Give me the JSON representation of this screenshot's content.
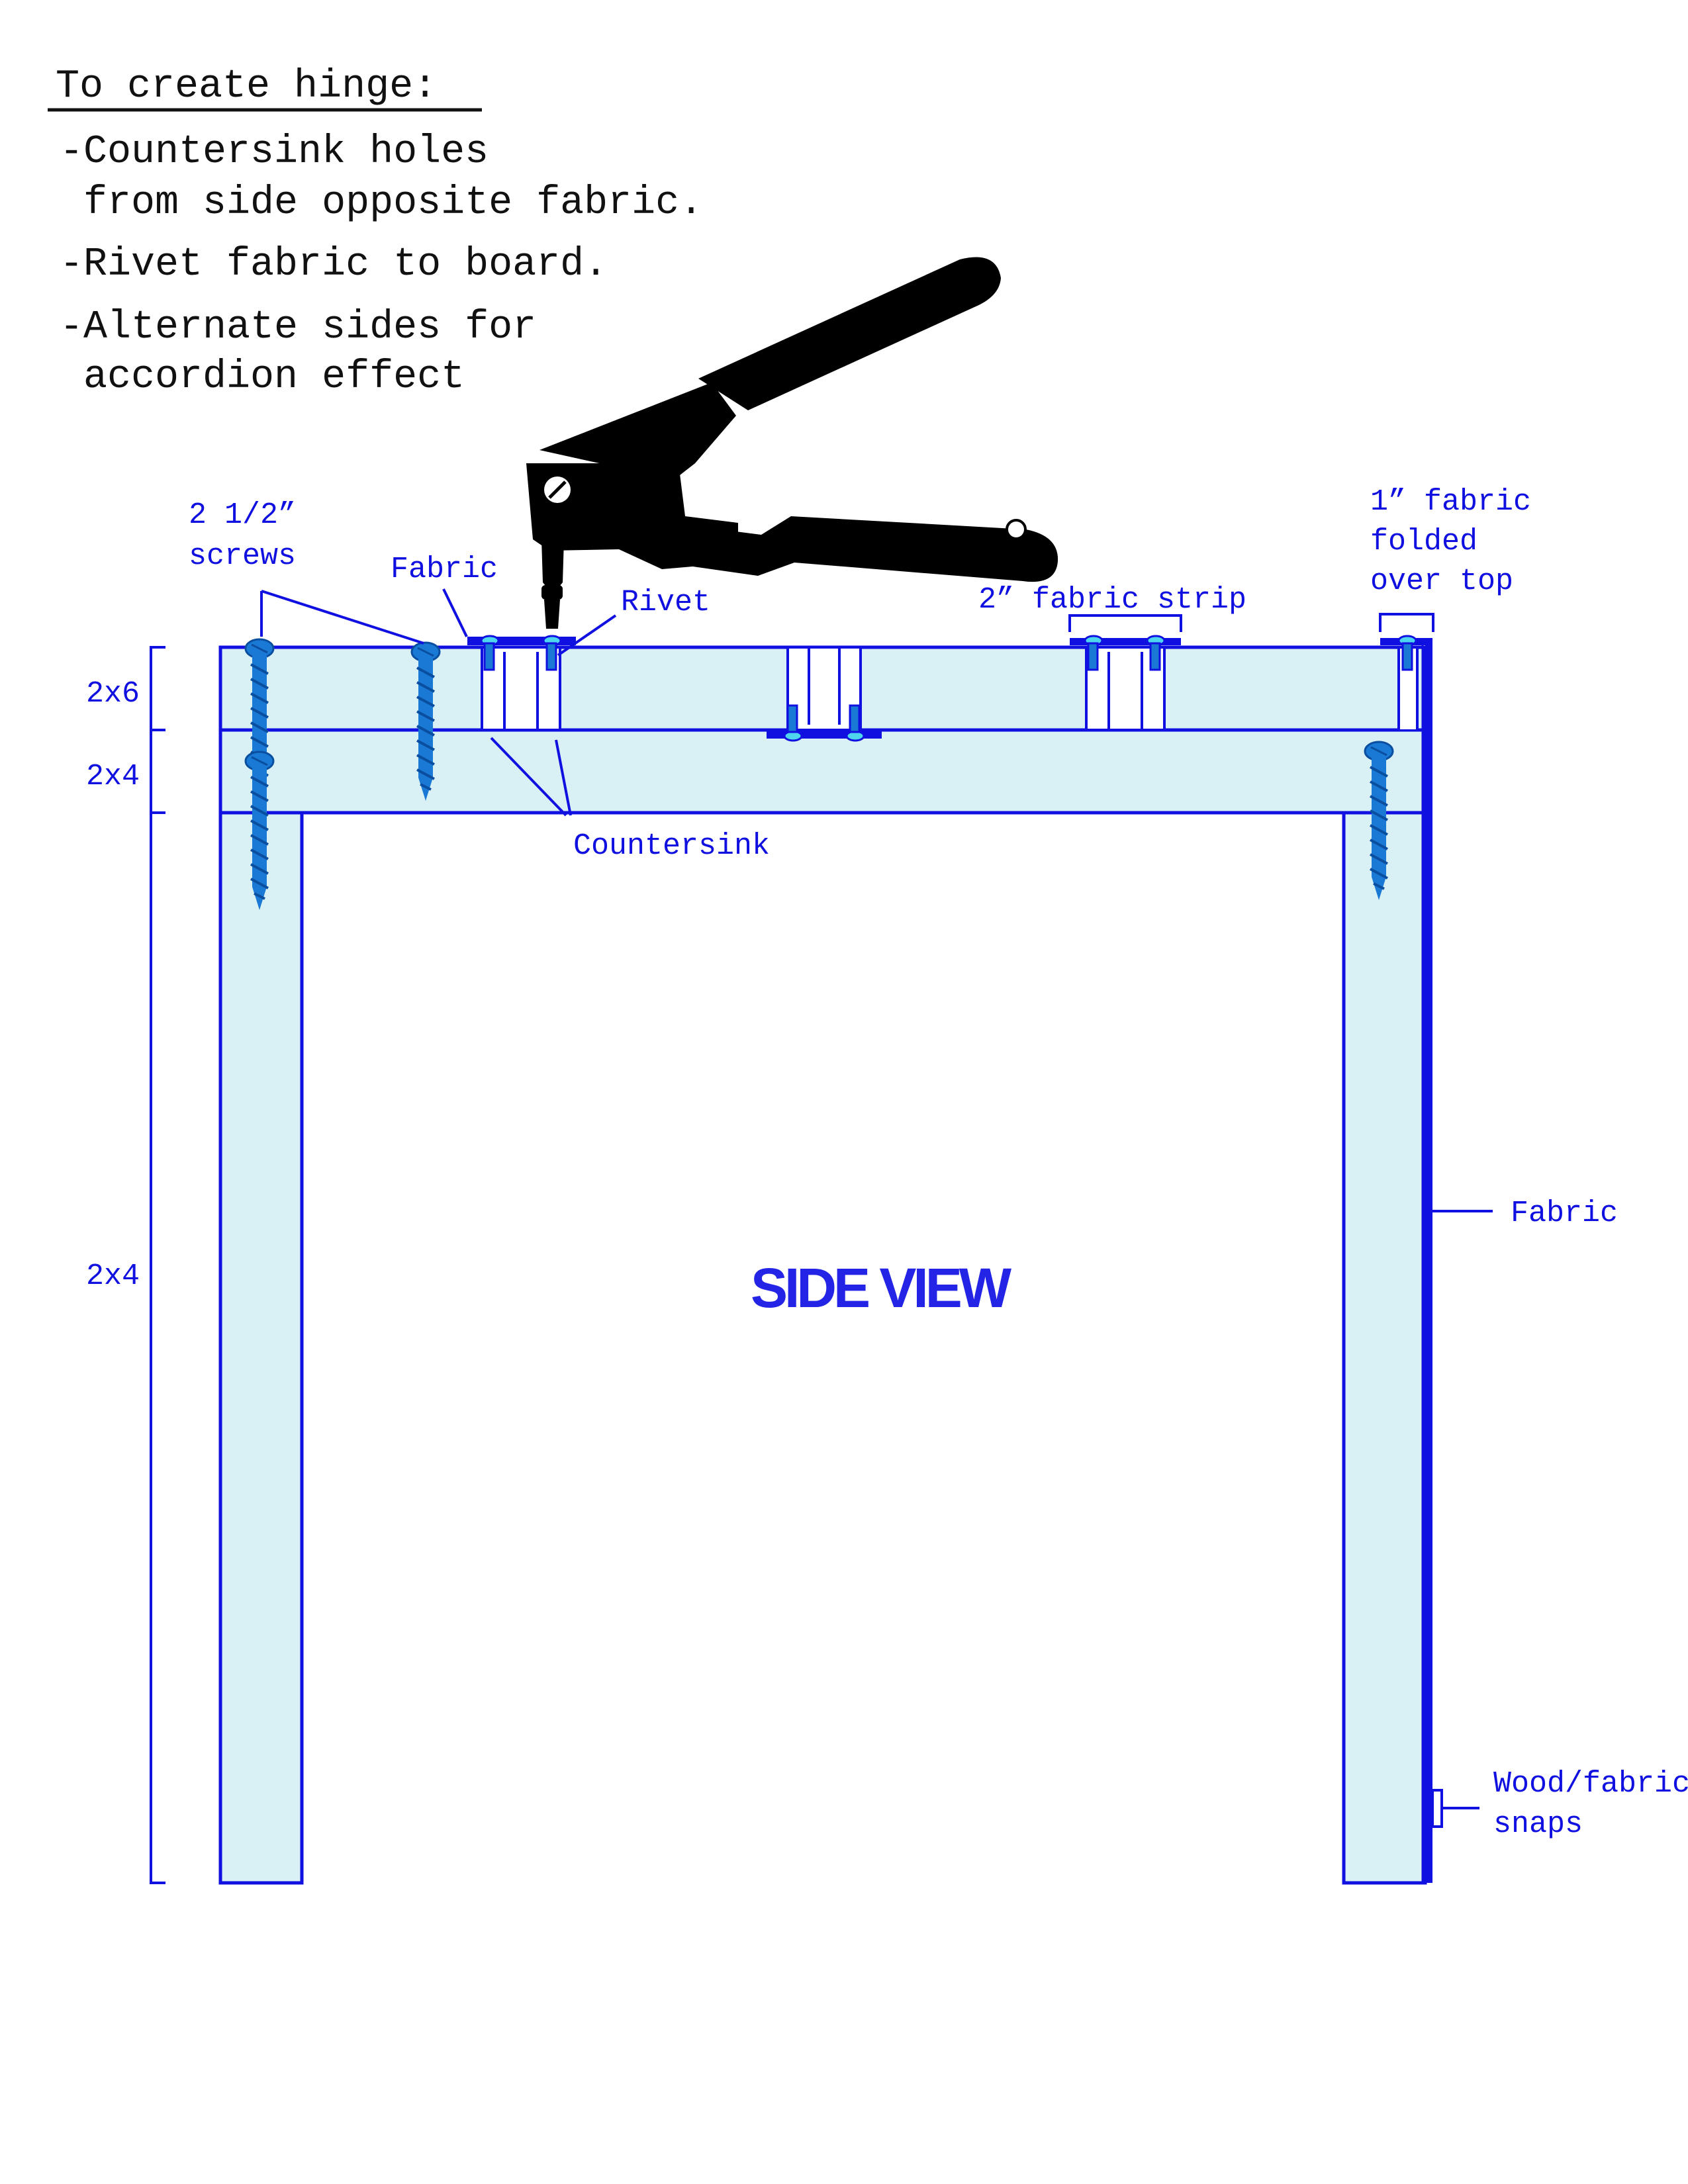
{
  "instructions": {
    "heading": "To create hinge:",
    "steps": [
      {
        "line1": "-Countersink holes",
        "line2": " from side opposite fabric."
      },
      {
        "line1": "-Rivet fabric to board."
      },
      {
        "line1": "-Alternate sides for",
        "line2": " accordion effect"
      }
    ]
  },
  "labels": {
    "screws": [
      "2 1/2”",
      "screws"
    ],
    "fabric_top": "Fabric",
    "rivet": "Rivet",
    "strip": "2” fabric strip",
    "fold": [
      "1” fabric",
      "folded",
      "over top"
    ],
    "countersink": "Countersink",
    "fabric_side": "Fabric",
    "snaps": [
      "Wood/fabric",
      "snaps"
    ]
  },
  "dimensions": {
    "top_board": "2x6",
    "mid_board": "2x4",
    "leg_board": "2x4"
  },
  "title": "SIDE VIEW",
  "colors": {
    "line": "#1010e0",
    "wood_fill": "#d9f1f4",
    "screw": "#1b79d6",
    "rivet": "#4fd6ef",
    "tool": "#000000"
  },
  "icons": [
    "rivet-gun-icon",
    "screw-icon",
    "rivet-icon"
  ]
}
